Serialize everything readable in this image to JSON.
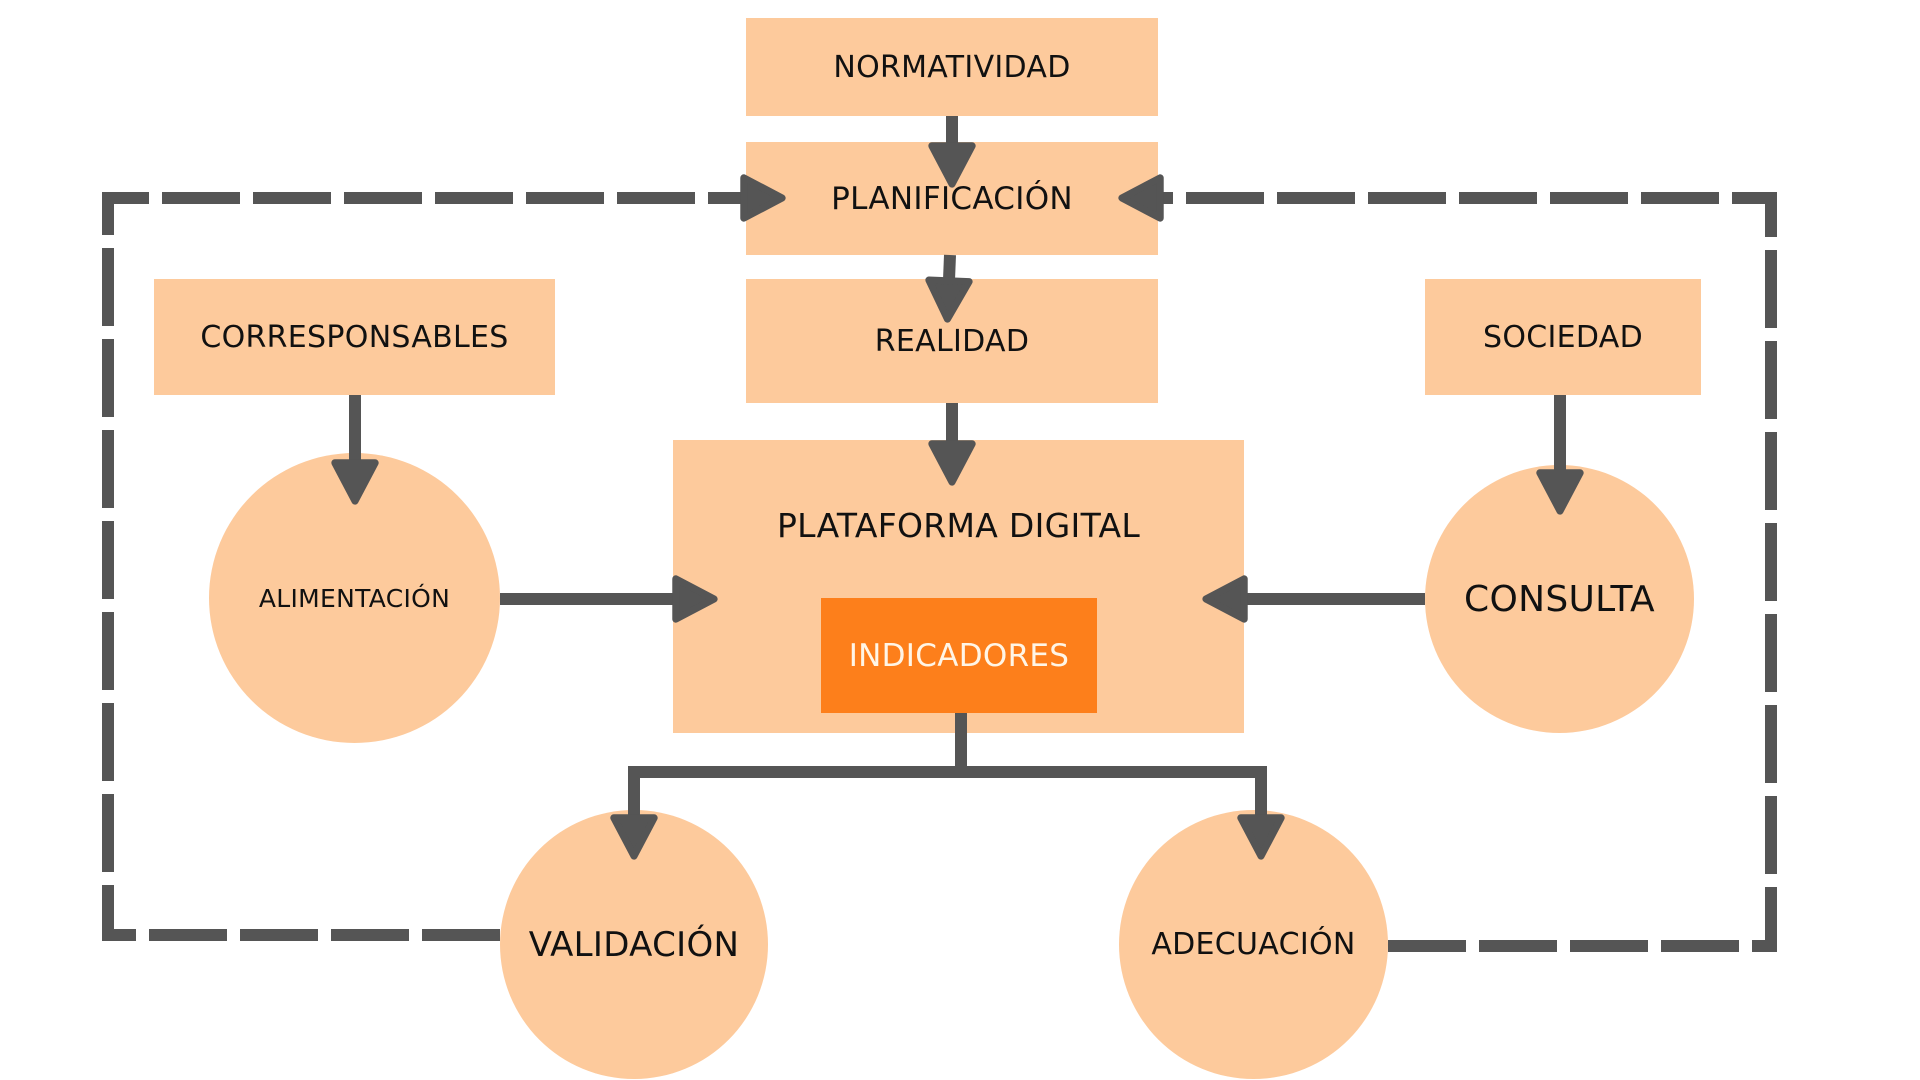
{
  "diagram": {
    "title": "Flujo de la Plataforma Digital de Indicadores",
    "colors": {
      "node_fill": "#FDCA9C",
      "highlight_fill": "#FD7F1B",
      "highlight_text": "#FFF5E6",
      "connector": "#555555",
      "text": "#111111"
    },
    "nodes": {
      "normatividad": {
        "label": "NORMATIVIDAD",
        "shape": "rectangle"
      },
      "planificacion": {
        "label": "PLANIFICACIÓN",
        "shape": "rectangle"
      },
      "realidad": {
        "label": "REALIDAD",
        "shape": "rectangle"
      },
      "corresponsables": {
        "label": "CORRESPONSABLES",
        "shape": "rectangle"
      },
      "sociedad": {
        "label": "SOCIEDAD",
        "shape": "rectangle"
      },
      "plataforma": {
        "label": "PLATAFORMA DIGITAL",
        "shape": "rectangle"
      },
      "indicadores": {
        "label": "INDICADORES",
        "shape": "rectangle",
        "highlighted": true
      },
      "alimentacion": {
        "label": "ALIMENTACIÓN",
        "shape": "circle"
      },
      "consulta": {
        "label": "CONSULTA",
        "shape": "circle"
      },
      "validacion": {
        "label": "VALIDACIÓN",
        "shape": "circle"
      },
      "adecuacion": {
        "label": "ADECUACIÓN",
        "shape": "circle"
      }
    },
    "edges": [
      {
        "from": "normatividad",
        "to": "planificacion",
        "style": "solid"
      },
      {
        "from": "planificacion",
        "to": "realidad",
        "style": "solid"
      },
      {
        "from": "realidad",
        "to": "plataforma",
        "style": "solid"
      },
      {
        "from": "corresponsables",
        "to": "alimentacion",
        "style": "solid"
      },
      {
        "from": "alimentacion",
        "to": "plataforma",
        "style": "solid"
      },
      {
        "from": "sociedad",
        "to": "consulta",
        "style": "solid"
      },
      {
        "from": "consulta",
        "to": "plataforma",
        "style": "solid"
      },
      {
        "from": "indicadores",
        "to": "validacion",
        "style": "solid"
      },
      {
        "from": "indicadores",
        "to": "adecuacion",
        "style": "solid"
      },
      {
        "from": "validacion",
        "to": "planificacion",
        "style": "dashed"
      },
      {
        "from": "adecuacion",
        "to": "planificacion",
        "style": "dashed"
      }
    ]
  }
}
